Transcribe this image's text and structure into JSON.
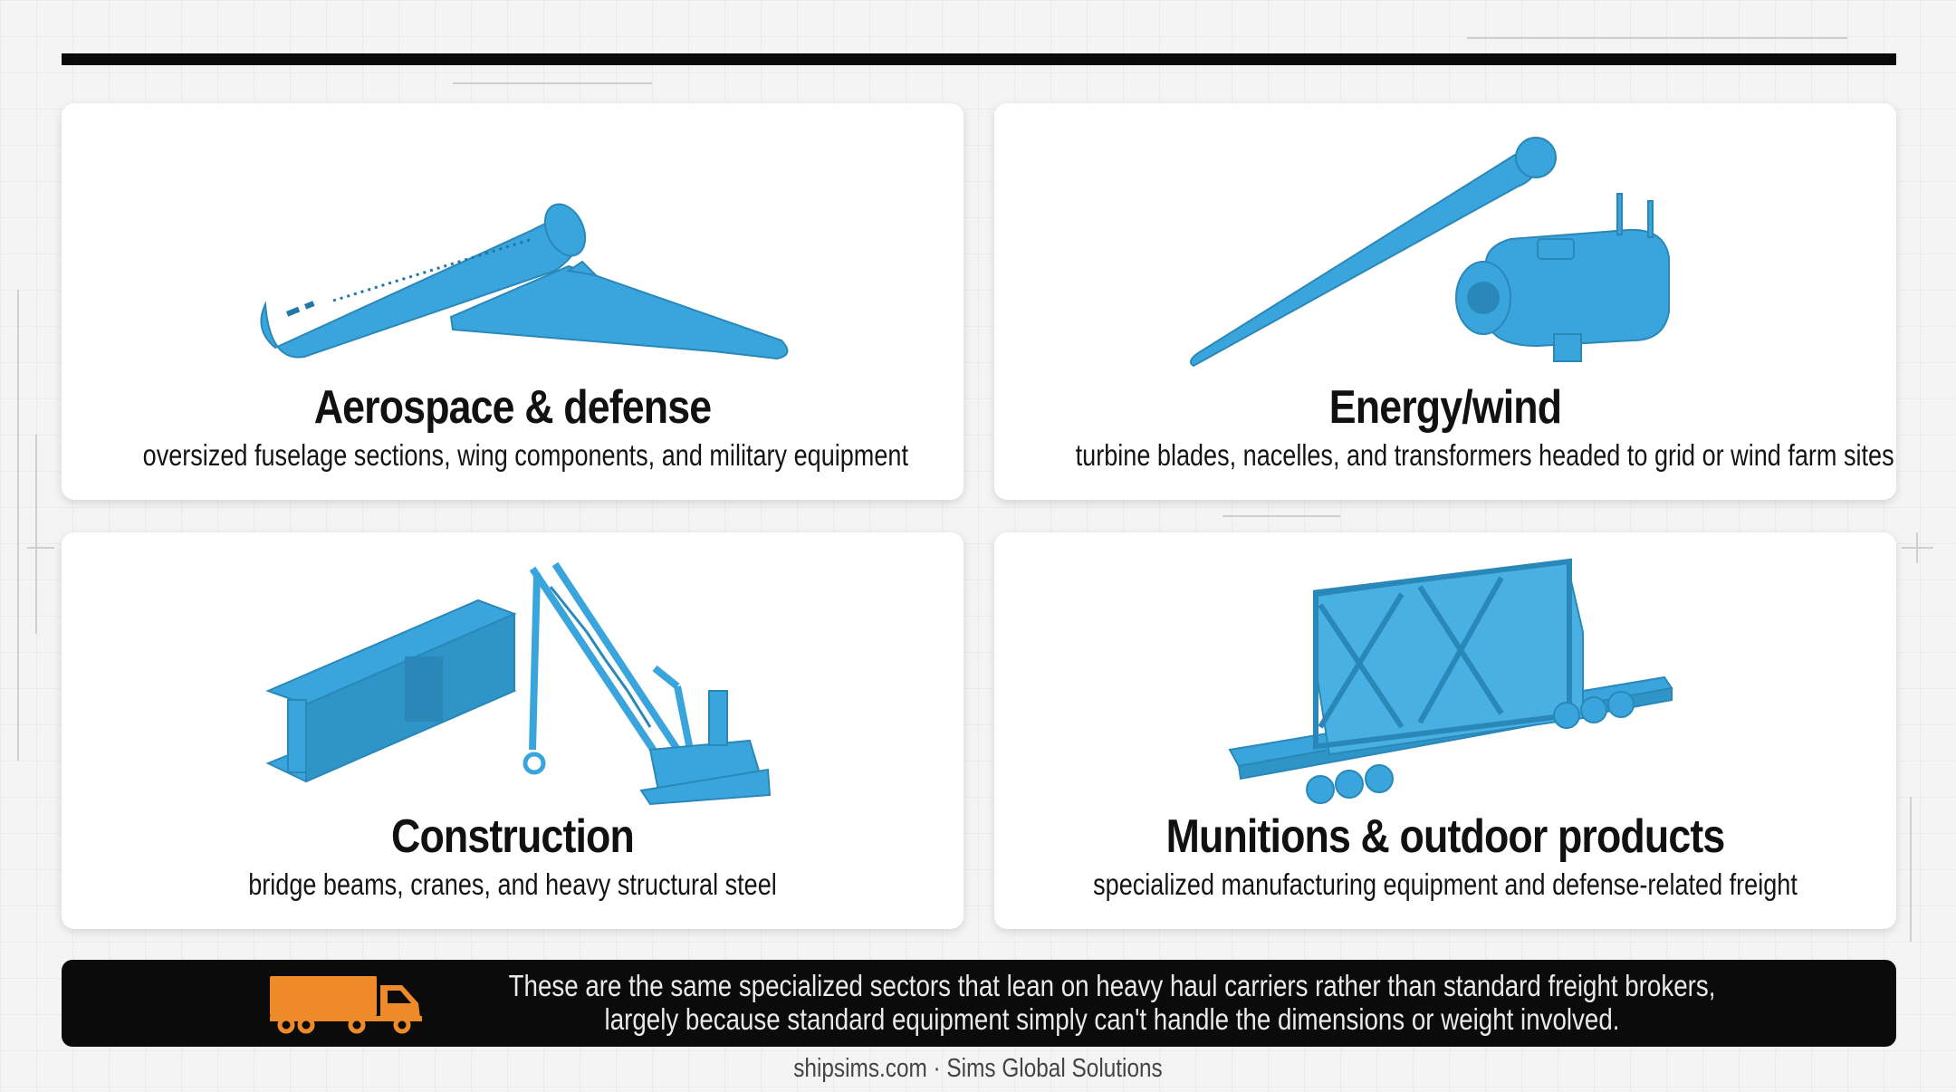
{
  "cards": [
    {
      "title": "Aerospace & defense",
      "subtitle": "oversized fuselage sections, wing components, and military equipment",
      "icon": "airplane-fuselage-wing-icon"
    },
    {
      "title": "Energy/wind",
      "subtitle": "turbine blades, nacelles, and transformers headed to grid or wind farm sites",
      "icon": "turbine-blade-nacelle-icon"
    },
    {
      "title": "Construction",
      "subtitle": "bridge beams, cranes, and heavy structural steel",
      "icon": "beam-crane-icon"
    },
    {
      "title": "Munitions & outdoor products",
      "subtitle": "specialized manufacturing equipment and defense-related freight",
      "icon": "flatbed-cargo-frame-icon"
    }
  ],
  "banner": {
    "line1": "These are the same specialized sectors that lean on heavy haul carriers rather than standard freight brokers,",
    "line2": "largely because standard equipment simply can't handle the dimensions or weight involved.",
    "icon": "truck-icon"
  },
  "footer": {
    "text": "shipsims.com · Sims Global Solutions"
  },
  "colors": {
    "accent_blue": "#3aa5dc",
    "truck_orange": "#ee8a2a",
    "banner_bg": "#0b0b0b",
    "background": "#f4f4f4"
  }
}
